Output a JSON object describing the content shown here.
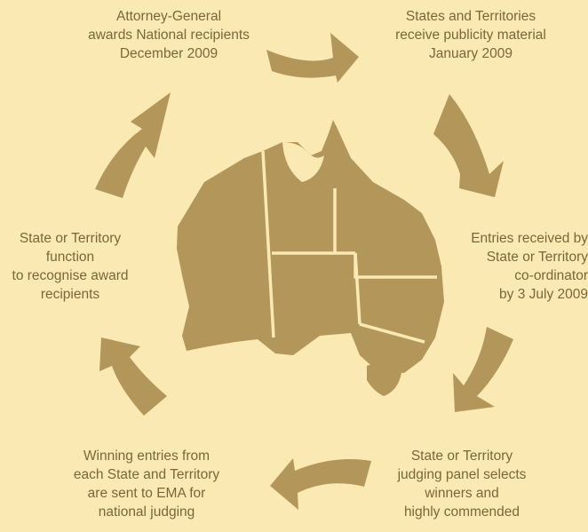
{
  "colors": {
    "background": "#fbe9b4",
    "shape": "#b39659",
    "text": "#7c6638"
  },
  "cycle_steps": [
    {
      "lines": [
        "Attorney-General",
        "awards National recipients",
        "December 2009"
      ]
    },
    {
      "lines": [
        "States and Territories",
        "receive publicity material",
        "January 2009"
      ]
    },
    {
      "lines": [
        "Entries received by",
        "State or Territory",
        "co-ordinator",
        "by 3 July 2009"
      ]
    },
    {
      "lines": [
        "State or Territory",
        "judging panel selects",
        "winners and",
        "highly commended"
      ]
    },
    {
      "lines": [
        "Winning entries from",
        "each State and Territory",
        "are sent to EMA for",
        "national judging"
      ]
    },
    {
      "lines": [
        "State or Territory",
        "function",
        "to recognise award",
        "recipients"
      ]
    }
  ],
  "center_graphic": "australia-map"
}
